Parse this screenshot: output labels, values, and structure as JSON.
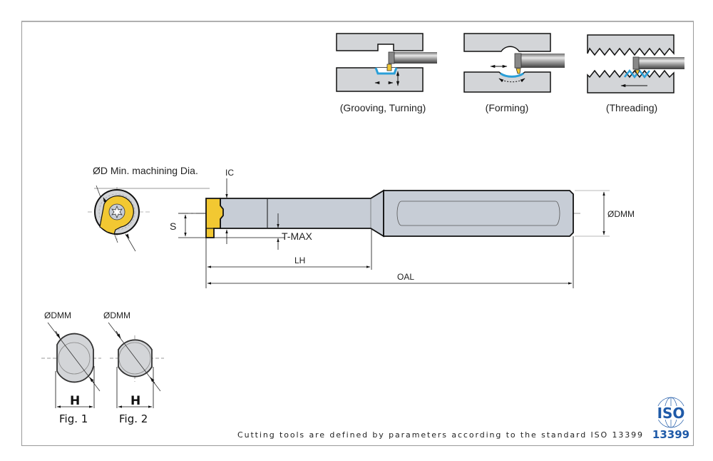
{
  "operations": [
    {
      "name": "grooving-turning",
      "caption": "(Grooving, Turning)"
    },
    {
      "name": "forming",
      "caption": "(Forming)"
    },
    {
      "name": "threading",
      "caption": "(Threading)"
    }
  ],
  "dimensions": {
    "min_dia": "ØD Min. machining Dia.",
    "ic": "IC",
    "s": "S",
    "tmax": "T-MAX",
    "lh": "LH",
    "oal": "OAL",
    "dmm": "ØDMM"
  },
  "figures": [
    {
      "label": "ØDMM",
      "h": "H",
      "caption": "Fig. 1"
    },
    {
      "label": "ØDMM",
      "h": "H",
      "caption": "Fig. 2"
    }
  ],
  "footer": {
    "note": "Cutting tools are defined by parameters according to the standard ISO 13399",
    "iso_logo": "ISO",
    "iso_number": "13399"
  },
  "colors": {
    "insert": "#f2c832",
    "tool_body": "#c7cdd6",
    "workpiece": "#d3d5d8",
    "cut_path": "#2a9fd8",
    "iso_blue": "#1f5aa8"
  }
}
